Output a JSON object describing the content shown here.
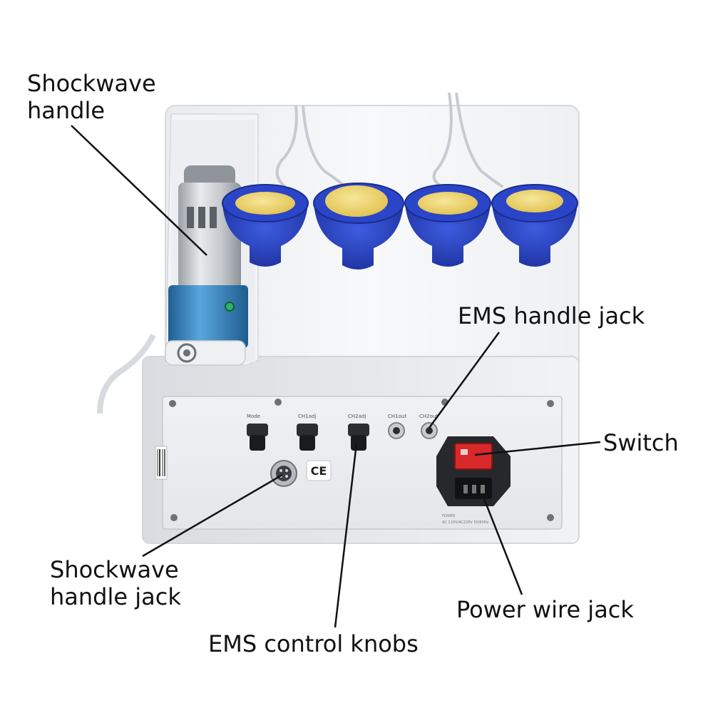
{
  "labels": {
    "shockwave_handle": [
      "Shockwave",
      "handle"
    ],
    "ems_handle_jack": "EMS handle jack",
    "switch": "Switch",
    "shockwave_handle_jack": [
      "Shockwave",
      "handle jack"
    ],
    "power_wire_jack": "Power wire jack",
    "ems_control_knobs": "EMS control knobs"
  },
  "panel": {
    "knob_labels": [
      "Mode",
      "CH1adj",
      "CH2adj"
    ],
    "jack_labels": [
      "CH1out",
      "CH2out"
    ],
    "ce_mark": "CE"
  },
  "colors": {
    "device_body": "#f4f5f7",
    "panel": "#eceef1",
    "cup_blue": "#2a45c8",
    "sponge_yellow": "#f0d870",
    "handle_blue": "#3d86c0",
    "switch_red": "#d8282a",
    "leader_line": "#111111"
  }
}
